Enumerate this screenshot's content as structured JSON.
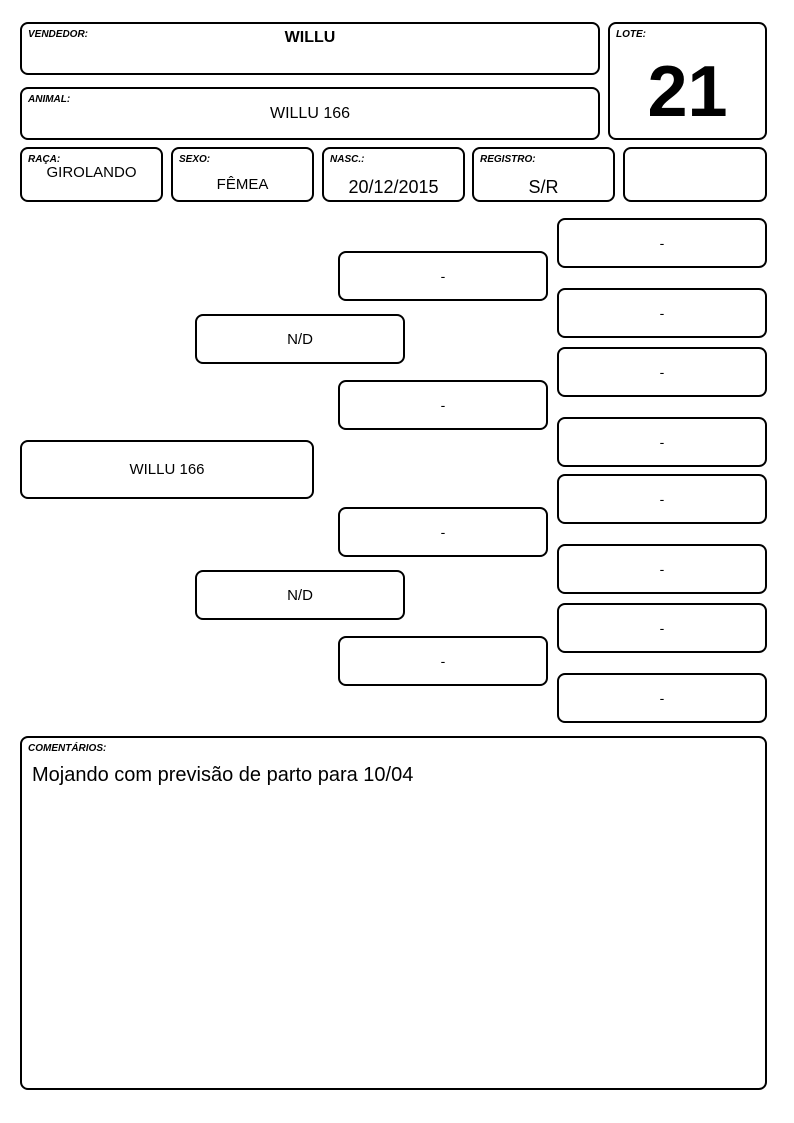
{
  "vendedor": {
    "label": "VENDEDOR:",
    "value": "WILLU"
  },
  "animal": {
    "label": "ANIMAL:",
    "value": "WILLU 166"
  },
  "lote": {
    "label": "LOTE:",
    "value": "21"
  },
  "raca": {
    "label": "RAÇA:",
    "value": "GIROLANDO"
  },
  "sexo": {
    "label": "SEXO:",
    "value": "FÊMEA"
  },
  "nasc": {
    "label": "NASC.:",
    "value": "20/12/2015"
  },
  "registro": {
    "label": "REGISTRO:",
    "value": "S/R"
  },
  "extra": {
    "value": ""
  },
  "pedigree": {
    "animal": "WILLU 166",
    "sire": "N/D",
    "dam": "N/D",
    "grandparents": [
      "-",
      "-",
      "-",
      "-"
    ],
    "great_grandparents": [
      "-",
      "-",
      "-",
      "-",
      "-",
      "-",
      "-",
      "-"
    ]
  },
  "comentarios": {
    "label": "COMENTÁRIOS:",
    "text": "Mojando com previsão de parto para 10/04"
  }
}
